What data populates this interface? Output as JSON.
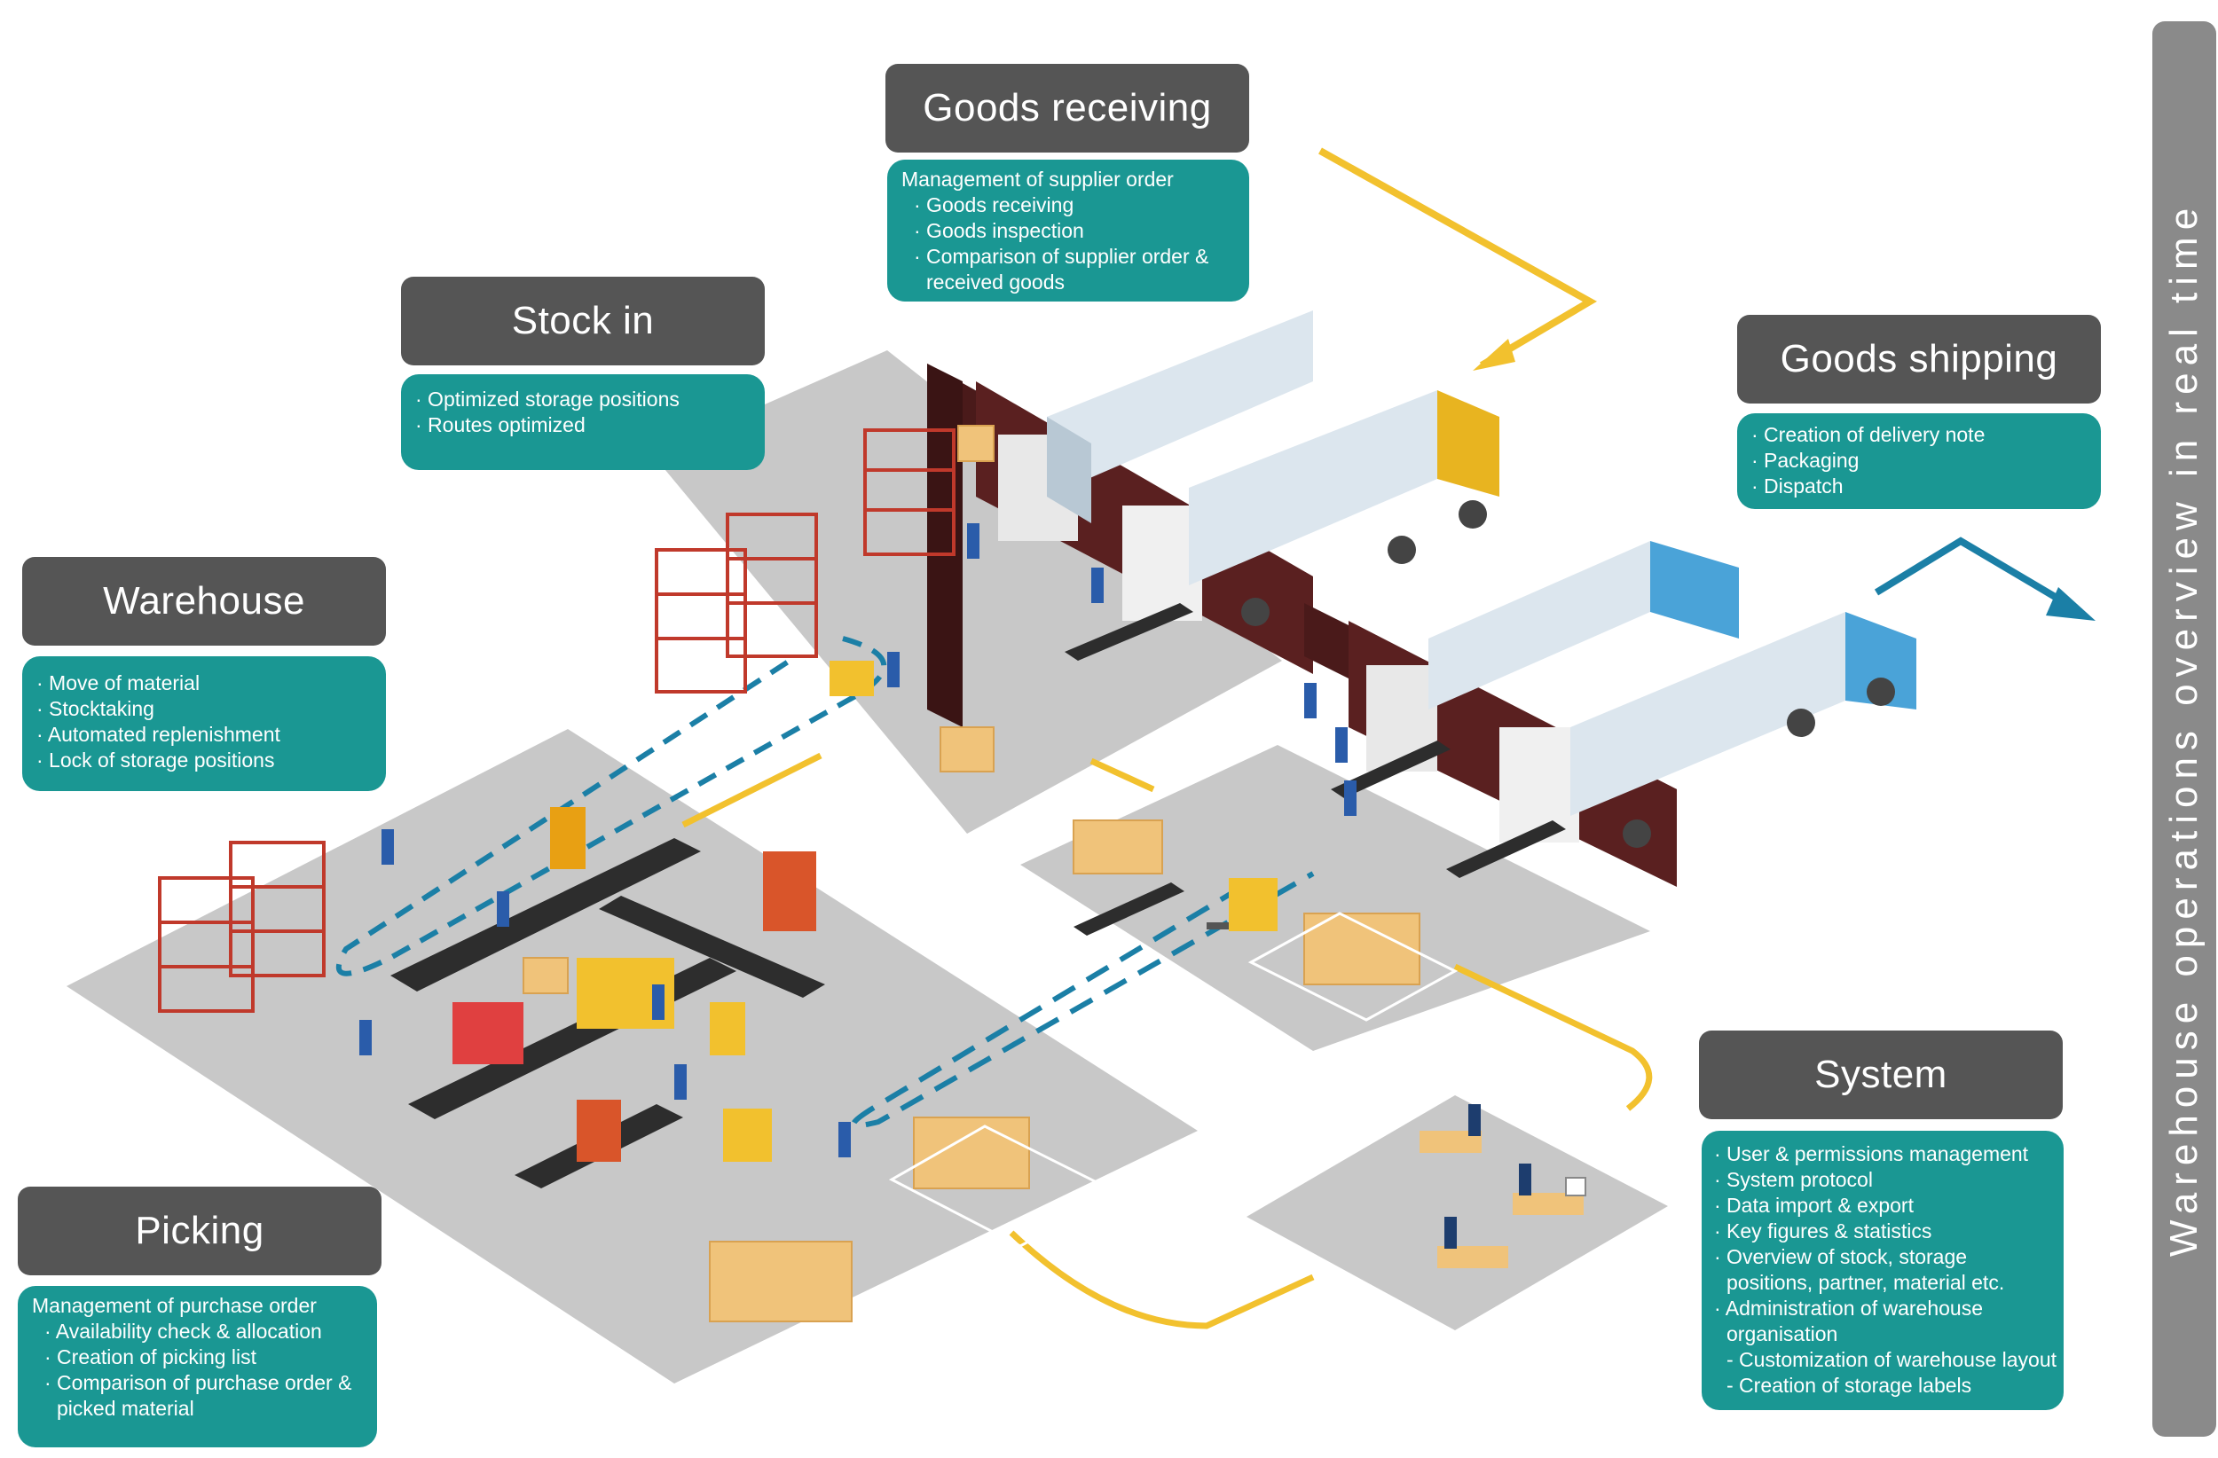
{
  "sections": {
    "goods_receiving": {
      "title": "Goods receiving",
      "lines": [
        "Management of supplier order",
        "· Goods receiving",
        "· Goods inspection",
        "· Comparison of supplier order &",
        "  received goods"
      ]
    },
    "stock_in": {
      "title": "Stock in",
      "lines": [
        "· Optimized storage positions",
        "· Routes optimized"
      ]
    },
    "goods_shipping": {
      "title": "Goods shipping",
      "lines": [
        "· Creation of delivery note",
        "· Packaging",
        "· Dispatch"
      ]
    },
    "warehouse": {
      "title": "Warehouse",
      "lines": [
        "· Move of material",
        "· Stocktaking",
        "· Automated replenishment",
        "· Lock of storage positions"
      ]
    },
    "picking": {
      "title": "Picking",
      "lines": [
        "Management of purchase order",
        "· Availability check & allocation",
        "· Creation of picking list",
        "· Comparison of purchase order &",
        "  picked material"
      ]
    },
    "system": {
      "title": "System",
      "lines": [
        "· User & permissions management",
        "· System protocol",
        "· Data import & export",
        "· Key figures & statistics",
        "· Overview of stock, storage",
        "  positions, partner, material etc.",
        "· Administration of warehouse",
        "  organisation",
        "  - Customization of warehouse layout",
        "  - Creation of storage labels"
      ]
    }
  },
  "sidebar": {
    "label": "Warehouse operations overview in real time"
  },
  "colors": {
    "title_box": "#555555",
    "info_box": "#1a9793",
    "sidebar": "#8a8a8a",
    "floor": "#c8c8c8",
    "yellow_flow": "#f2c12e",
    "blue_flow": "#1b7fa6",
    "building_wall": "#4a1a1a",
    "box": "#f0c37a"
  },
  "icons": [
    "yellow-flow-arrow",
    "blue-flow-arrow",
    "truck-icon",
    "forklift-icon",
    "conveyor-icon",
    "shelf-rack-icon",
    "worker-icon",
    "robot-arm-icon",
    "desk-computer-icon",
    "cardboard-box-icon"
  ]
}
